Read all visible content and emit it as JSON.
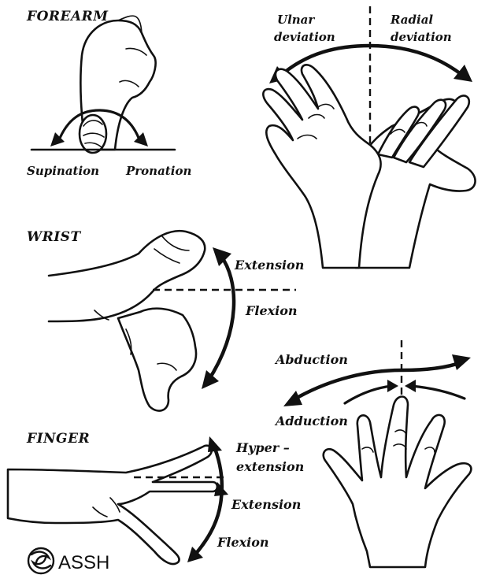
{
  "sections": {
    "forearm": "FOREARM",
    "wrist": "WRIST",
    "finger": "FINGER"
  },
  "labels": {
    "supination": "Supination",
    "pronation": "Pronation",
    "ulnar_deviation_line1": "Ulnar",
    "ulnar_deviation_line2": "deviation",
    "radial_deviation_line1": "Radial",
    "radial_deviation_line2": "deviation",
    "wrist_extension": "Extension",
    "wrist_flexion": "Flexion",
    "abduction": "Abduction",
    "adduction": "Adduction",
    "hyperextension_line1": "Hyper –",
    "hyperextension_line2": "extension",
    "finger_extension": "Extension",
    "finger_flexion": "Flexion"
  },
  "logo": {
    "text": "ASSH"
  }
}
